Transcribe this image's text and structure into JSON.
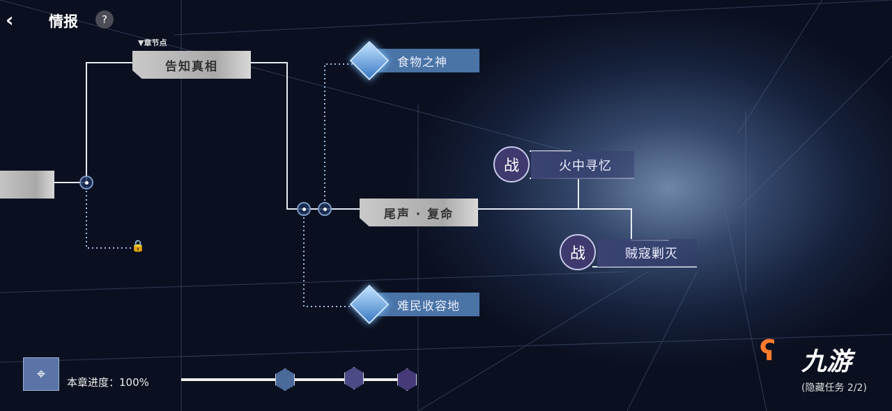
{
  "header": {
    "title": "情报",
    "help": "?",
    "back_icon": "back-arrow-icon"
  },
  "nodes": {
    "left_partial": "",
    "chapter_tag": "▼章节点",
    "reveal_truth": "告知真相",
    "food_god": "食物之神",
    "epilogue": "尾声 · 复命",
    "refugee": "难民收容地",
    "battle_badge": "战",
    "fire_memory": "火中寻忆",
    "bandit": "贼寇剿灭"
  },
  "footer": {
    "progress_label": "本章进度：100%",
    "progress": 100,
    "hidden_tasks": "(隐藏任务 2/2)",
    "watermark": "九游"
  },
  "colors": {
    "gem1": "#4a6a9a",
    "gem2": "#4b4a86",
    "gem3": "#463a78"
  }
}
